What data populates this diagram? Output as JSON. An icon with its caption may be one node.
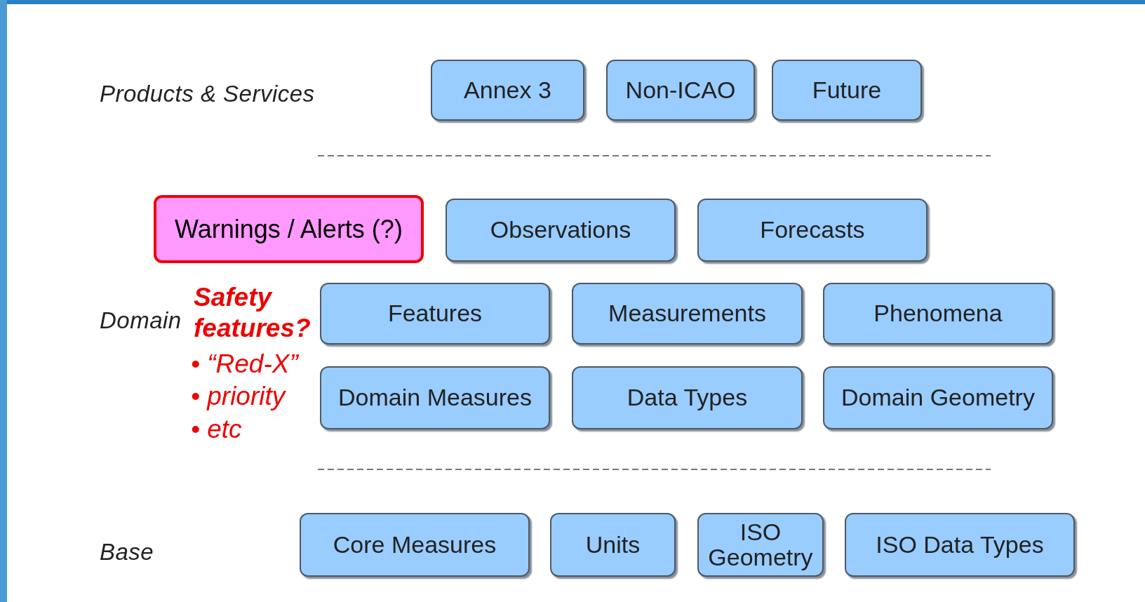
{
  "diagram": {
    "nodes": [
      {
        "text": [
          "Annex 3"
        ]
      },
      {
        "text": [
          "Non-ICAO"
        ]
      },
      {
        "text": [
          "Future"
        ]
      },
      {
        "text": [
          "Warnings / Alerts (?)"
        ]
      },
      {
        "text": [
          "Observations"
        ]
      },
      {
        "text": [
          "Forecasts"
        ]
      },
      {
        "text": [
          "Features"
        ]
      },
      {
        "text": [
          "Measurements"
        ]
      },
      {
        "text": [
          "Phenomena"
        ]
      },
      {
        "text": [
          "Domain Measures"
        ]
      },
      {
        "text": [
          "Data Types"
        ]
      },
      {
        "text": [
          "Domain Geometry"
        ]
      },
      {
        "text": [
          "Core Measures"
        ]
      },
      {
        "text": [
          "Units"
        ]
      },
      {
        "text": [
          "ISO Geometry"
        ]
      },
      {
        "text": [
          "ISO Data Types"
        ]
      }
    ],
    "edges": [],
    "labels": [
      "Products & Services",
      "Domain",
      "Safety features?",
      "• “Red-X”",
      "• priority",
      "• etc",
      "Base"
    ]
  }
}
